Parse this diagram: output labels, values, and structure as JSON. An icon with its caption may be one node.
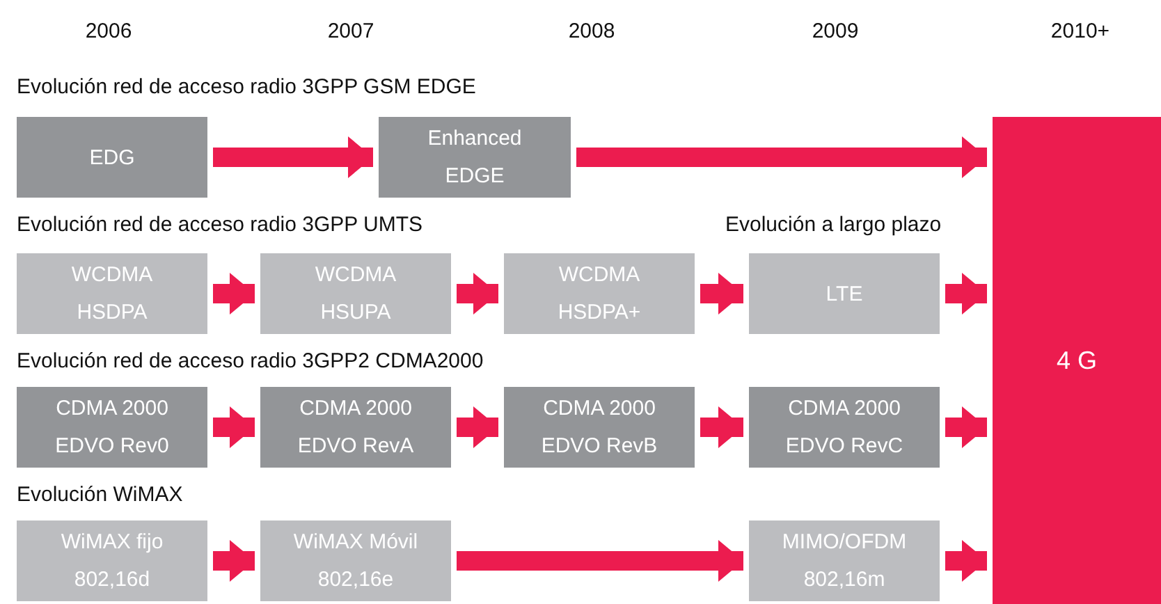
{
  "diagram": {
    "nodes": [
      {
        "text": [
          "EDG"
        ]
      },
      {
        "text": [
          "Enhanced",
          "EDGE"
        ]
      },
      {
        "text": [
          "WCDMA",
          "HSDPA"
        ]
      },
      {
        "text": [
          "WCDMA",
          "HSUPA"
        ]
      },
      {
        "text": [
          "WCDMA",
          "HSDPA+"
        ]
      },
      {
        "text": [
          "LTE"
        ]
      },
      {
        "text": [
          "CDMA 2000",
          "EDVO Rev0"
        ]
      },
      {
        "text": [
          "CDMA 2000",
          "EDVO RevA"
        ]
      },
      {
        "text": [
          "CDMA 2000",
          "EDVO RevB"
        ]
      },
      {
        "text": [
          "CDMA 2000",
          "EDVO RevC"
        ]
      },
      {
        "text": [
          "WiMAX fijo",
          "802,16d"
        ]
      },
      {
        "text": [
          "WiMAX Móvil",
          "802,16e"
        ]
      },
      {
        "text": [
          "MIMO/OFDM",
          "802,16m"
        ]
      },
      {
        "text": [
          "4 G"
        ]
      }
    ],
    "edges": [
      {
        "from": 0,
        "to": 1,
        "arrow": "to"
      },
      {
        "from": 1,
        "to": 13,
        "arrow": "to"
      },
      {
        "from": 2,
        "to": 3,
        "arrow": "to"
      },
      {
        "from": 3,
        "to": 4,
        "arrow": "to"
      },
      {
        "from": 4,
        "to": 5,
        "arrow": "to"
      },
      {
        "from": 5,
        "to": 13,
        "arrow": "to"
      },
      {
        "from": 6,
        "to": 7,
        "arrow": "to"
      },
      {
        "from": 7,
        "to": 8,
        "arrow": "to"
      },
      {
        "from": 8,
        "to": 9,
        "arrow": "to"
      },
      {
        "from": 9,
        "to": 13,
        "arrow": "to"
      },
      {
        "from": 10,
        "to": 11,
        "arrow": "to"
      },
      {
        "from": 11,
        "to": 12,
        "arrow": "to"
      },
      {
        "from": 12,
        "to": 13,
        "arrow": "to"
      }
    ],
    "labels": [
      "2006",
      "2007",
      "2008",
      "2009",
      "2010+",
      "Evolución red de acceso radio 3GPP GSM EDGE",
      "Evolución red de acceso radio 3GPP UMTS",
      "Evolución a largo plazo",
      "Evolución red de acceso radio 3GPP2 CDMA2000",
      "Evolución WiMAX"
    ]
  }
}
